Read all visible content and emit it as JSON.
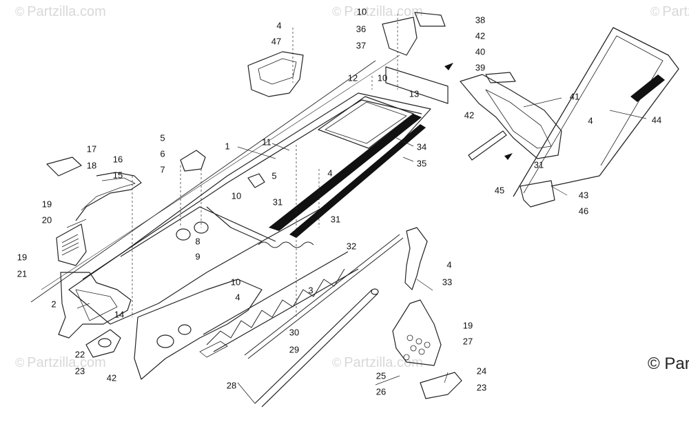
{
  "watermark": {
    "symbol": "©",
    "text": "Partzilla.com"
  },
  "copyright": "© Par",
  "callouts": [
    "1",
    "2",
    "3",
    "4",
    "4",
    "4",
    "4",
    "4",
    "5",
    "5",
    "6",
    "7",
    "8",
    "9",
    "10",
    "10",
    "10",
    "10",
    "11",
    "12",
    "13",
    "14",
    "15",
    "16",
    "17",
    "18",
    "19",
    "19",
    "19",
    "20",
    "21",
    "22",
    "23",
    "23",
    "24",
    "25",
    "26",
    "27",
    "28",
    "29",
    "30",
    "31",
    "31",
    "31",
    "32",
    "33",
    "34",
    "35",
    "36",
    "37",
    "38",
    "39",
    "40",
    "41",
    "42",
    "42",
    "42",
    "43",
    "44",
    "45",
    "46",
    "47"
  ]
}
